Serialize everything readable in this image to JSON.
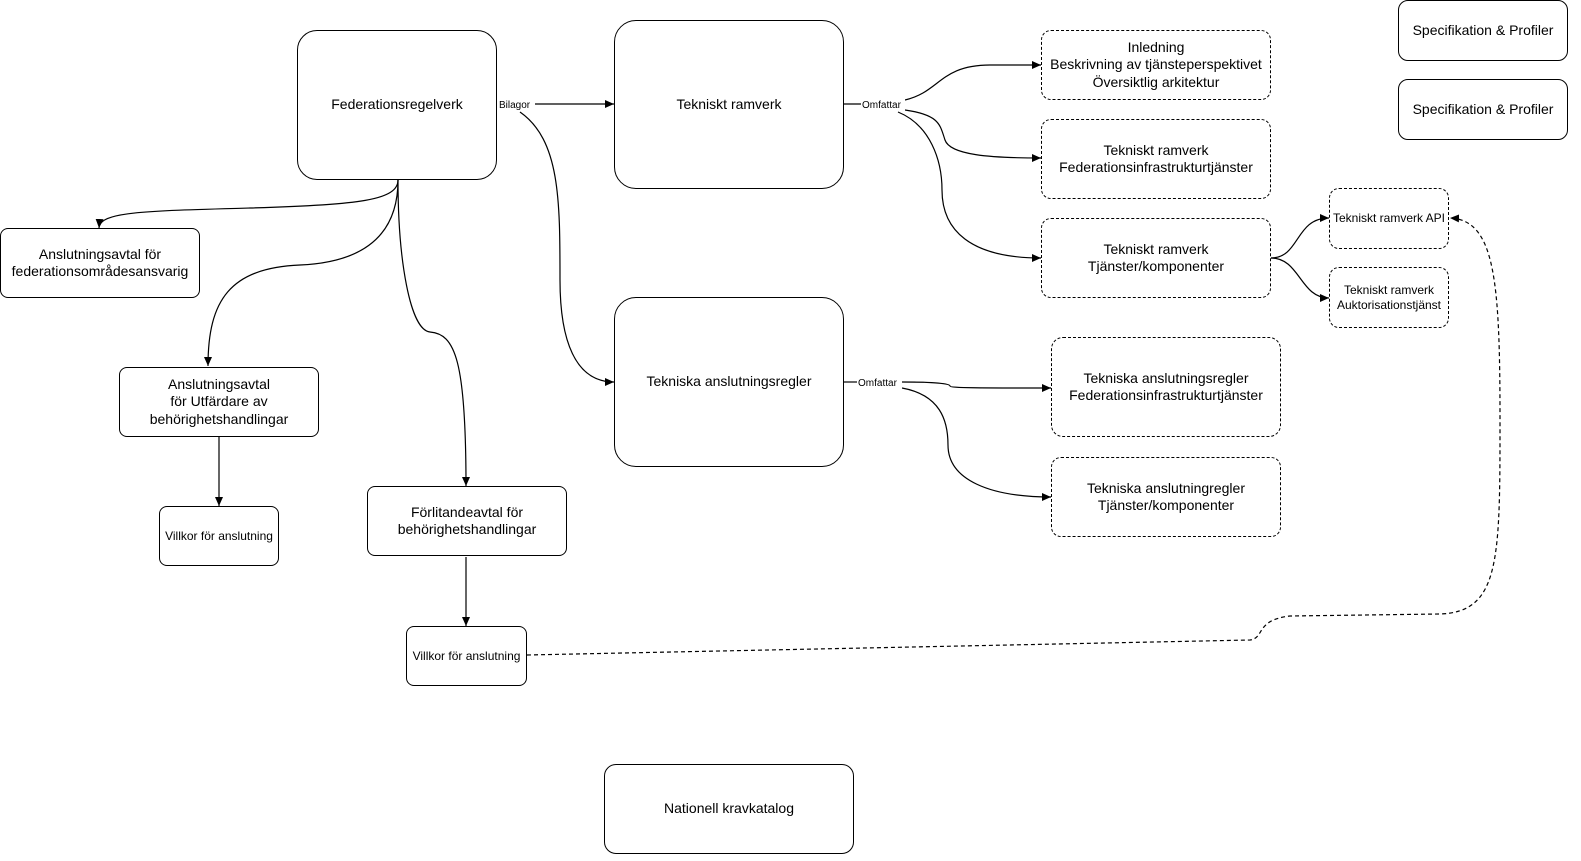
{
  "nodes": {
    "federationsregelverk": "Federationsregelverk",
    "tekniskt_ramverk": "Tekniskt ramverk",
    "tekniska_anslutningsregler": "Tekniska anslutningsregler",
    "nationell_kravkatalog": "Nationell kravkatalog",
    "spec_profiler_1": "Specifikation & Profiler",
    "spec_profiler_2": "Specifikation & Profiler",
    "inledning": "Inledning\nBeskrivning av tjänsteperspektivet\nÖversiktlig arkitektur",
    "tr_federationsinfra": "Tekniskt ramverk\nFederationsinfrastrukturtjänster",
    "tr_tjanster": "Tekniskt ramverk\nTjänster/komponenter",
    "tr_api": "Tekniskt ramverk API",
    "tr_auktorisation": "Tekniskt ramverk\nAuktorisationstjänst",
    "tar_federationsinfra": "Tekniska anslutningsregler\nFederationsinfrastrukturtjänster",
    "tar_tjanster": "Tekniska anslutningregler\nTjänster/komponenter",
    "avtal_omradesansvarig": "Anslutningsavtal för\nfederationsområdesansvarig",
    "avtal_utfardare": "Anslutningsavtal\nför Utfärdare av\nbehörighetshandlingar",
    "villkor_1": "Villkor för anslutning",
    "forlitandeavtal": "Förlitandeavtal för\nbehörighetshandlingar",
    "villkor_2": "Villkor för anslutning"
  },
  "edge_labels": {
    "bilagor": "Bilagor",
    "omfattar_1": "Omfattar",
    "omfattar_2": "Omfattar"
  },
  "colors": {
    "stroke": "#000000",
    "background": "#ffffff"
  }
}
